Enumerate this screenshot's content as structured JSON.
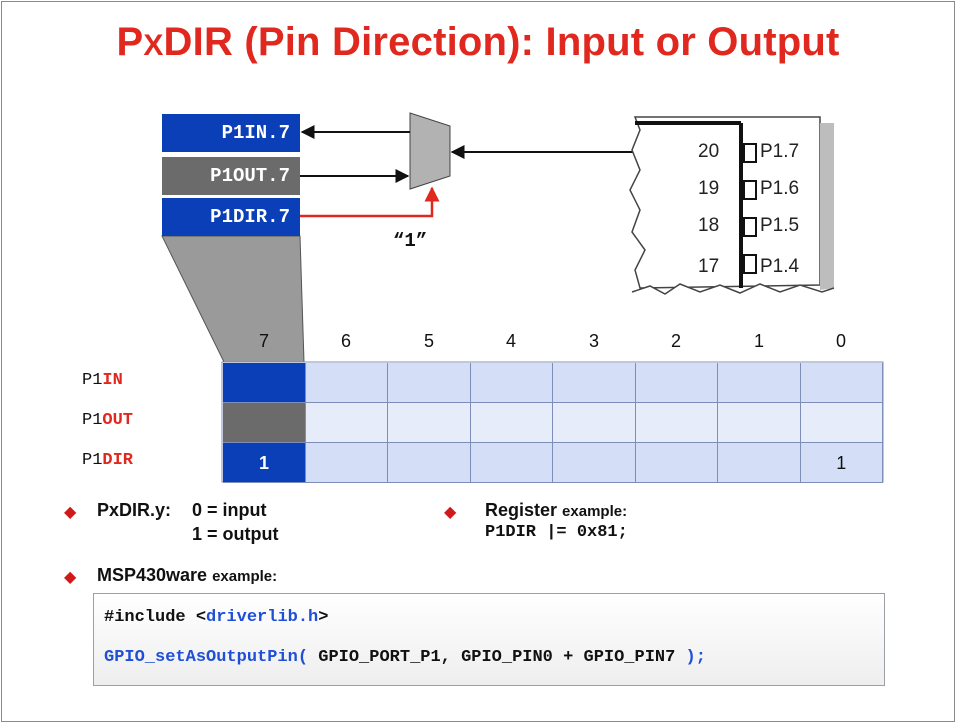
{
  "title": {
    "prefix": "P",
    "x": "X",
    "rest": "DIR (Pin Direction):  Input or Output"
  },
  "registers": {
    "in": "P1IN.7",
    "out": "P1OUT.7",
    "dir": "P1DIR.7"
  },
  "mux_input_label": "“1”",
  "chip": {
    "pins": [
      {
        "num": "20",
        "name": "P1.7"
      },
      {
        "num": "19",
        "name": "P1.6"
      },
      {
        "num": "18",
        "name": "P1.5"
      },
      {
        "num": "17",
        "name": "P1.4"
      }
    ]
  },
  "bit_headers": [
    "7",
    "6",
    "5",
    "4",
    "3",
    "2",
    "1",
    "0"
  ],
  "rows": [
    {
      "prefix": "P1",
      "suffix": "IN",
      "values": [
        "",
        "",
        "",
        "",
        "",
        "",
        "",
        ""
      ]
    },
    {
      "prefix": "P1",
      "suffix": "OUT",
      "values": [
        "",
        "",
        "",
        "",
        "",
        "",
        "",
        ""
      ]
    },
    {
      "prefix": "P1",
      "suffix": "DIR",
      "values": [
        "1",
        "",
        "",
        "",
        "",
        "",
        "",
        "1"
      ]
    }
  ],
  "bullets": {
    "pxdir_label": "PxDIR.y:",
    "pxdir_line1": "0 = input",
    "pxdir_line2": "1 = output",
    "register_label": "Register",
    "register_small": "example:",
    "register_code": "P1DIR |= 0x81;",
    "msp_label": "MSP430ware",
    "msp_small": "example:"
  },
  "code": {
    "line1_a": "#include <",
    "line1_b": "driverlib.h",
    "line1_c": ">",
    "line2_a": "GPIO_setAsOutputPin(",
    "line2_b": " GPIO_PORT_P1, GPIO_PIN0 + GPIO_PIN7 ",
    "line2_c": ");"
  },
  "colors": {
    "title": "#e0281e",
    "blue": "#0a3fb8",
    "gray": "#6b6b6b",
    "cell": "#d4def7",
    "arrow_red": "#e0281e"
  }
}
